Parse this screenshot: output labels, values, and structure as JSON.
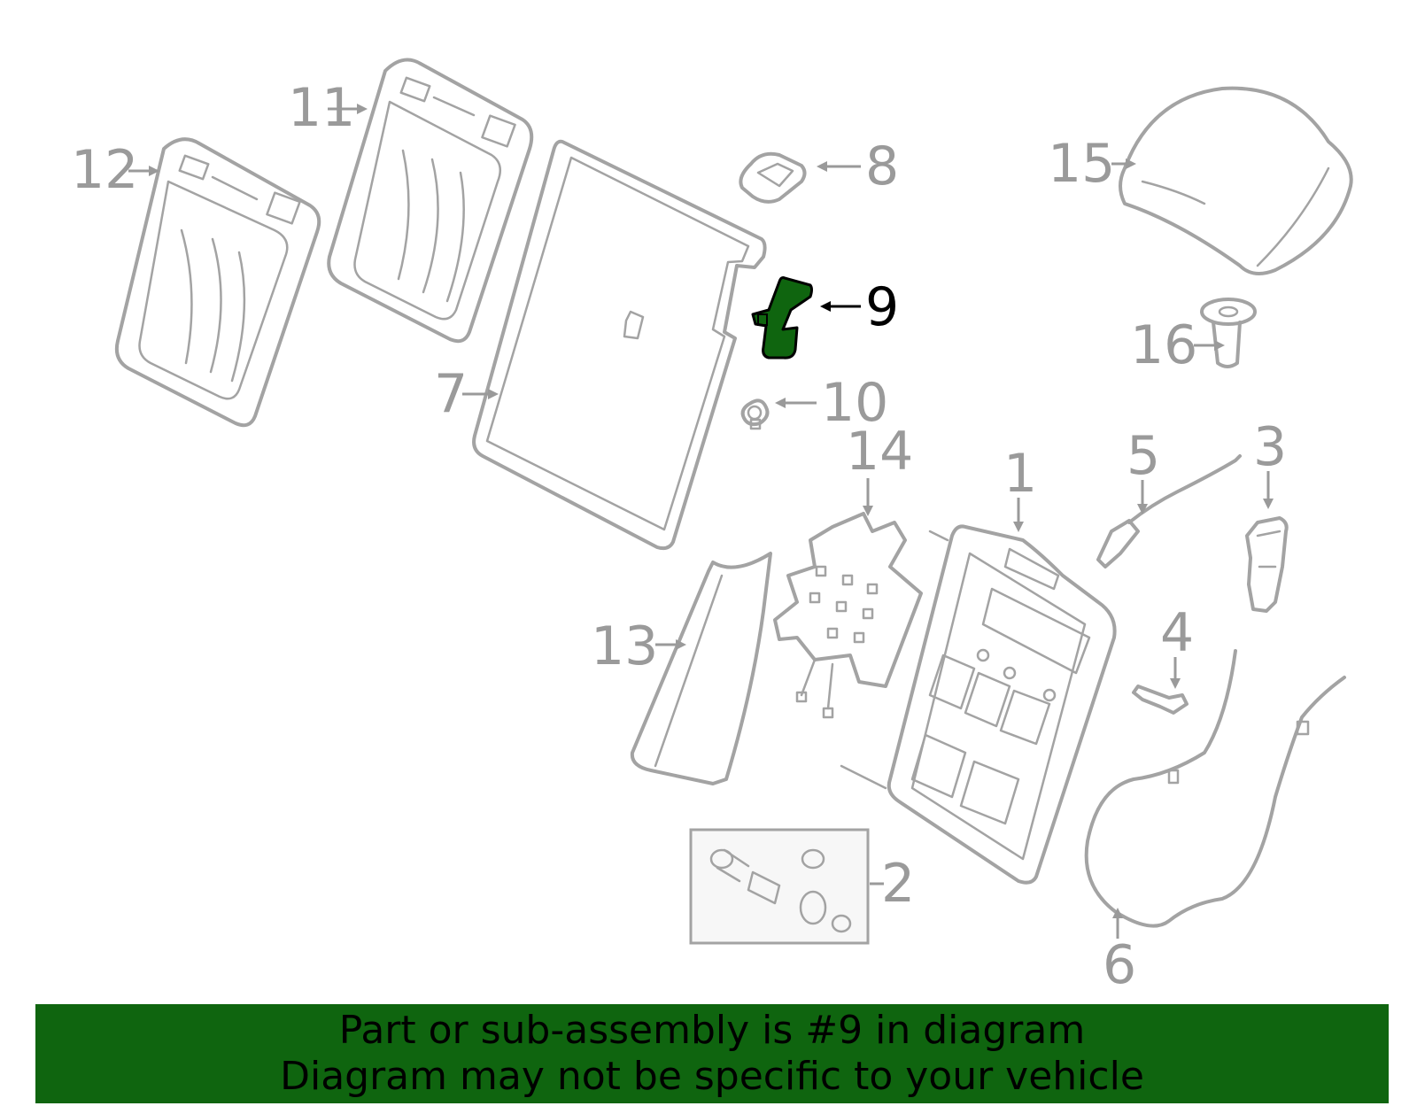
{
  "diagram": {
    "highlighted_part": "9",
    "highlight_color": "#0f650f",
    "part_color": "#a3a3a3",
    "callouts": {
      "c1": "1",
      "c2": "2",
      "c3": "3",
      "c4": "4",
      "c5": "5",
      "c6": "6",
      "c7": "7",
      "c8": "8",
      "c9": "9",
      "c10": "10",
      "c11": "11",
      "c12": "12",
      "c13": "13",
      "c14": "14",
      "c15": "15",
      "c16": "16"
    }
  },
  "banner": {
    "line1": "Part or sub-assembly is #9 in diagram",
    "line2": "Diagram may not be specific to your vehicle",
    "background": "#0f650f"
  }
}
